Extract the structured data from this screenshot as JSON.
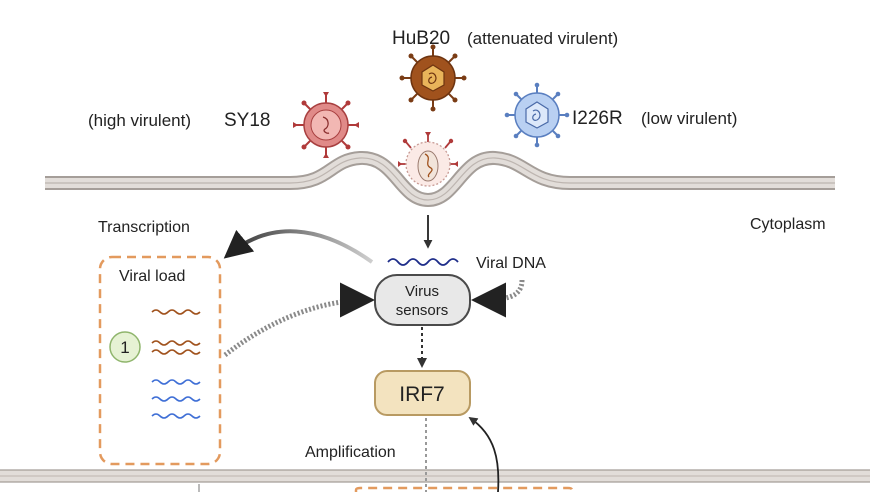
{
  "viruses": {
    "hub20": {
      "name": "HuB20",
      "descriptor": "(attenuated virulent)",
      "color": "#a0521d"
    },
    "sy18": {
      "name": "SY18",
      "descriptor": "(high virulent)",
      "color": "#d9706e"
    },
    "i226r": {
      "name": "I226R",
      "descriptor": "(low virulent)",
      "color": "#7fa6e0"
    }
  },
  "labels": {
    "cytoplasm": "Cytoplasm",
    "transcription": "Transcription",
    "viral_load": "Viral load",
    "viral_dna": "Viral DNA",
    "virus_sensors_line1": "Virus",
    "virus_sensors_line2": "sensors",
    "irf7": "IRF7",
    "amplification": "Amplification",
    "badge_number": "1"
  },
  "colors": {
    "membrane": "#d8d2ce",
    "membrane_edge": "#a59e99",
    "irf7_fill": "#f3e3bf",
    "irf7_stroke": "#b89a62",
    "sensor_fill": "#e8e8e8",
    "sensor_stroke": "#4a4a4a",
    "dashed_box": "#e39a5e",
    "badge_fill": "#e6f2d4",
    "badge_stroke": "#8fb56c",
    "rna_brown": "#a0521d",
    "rna_blue": "#3f6fd6",
    "dna_navy": "#1f2e8a"
  }
}
